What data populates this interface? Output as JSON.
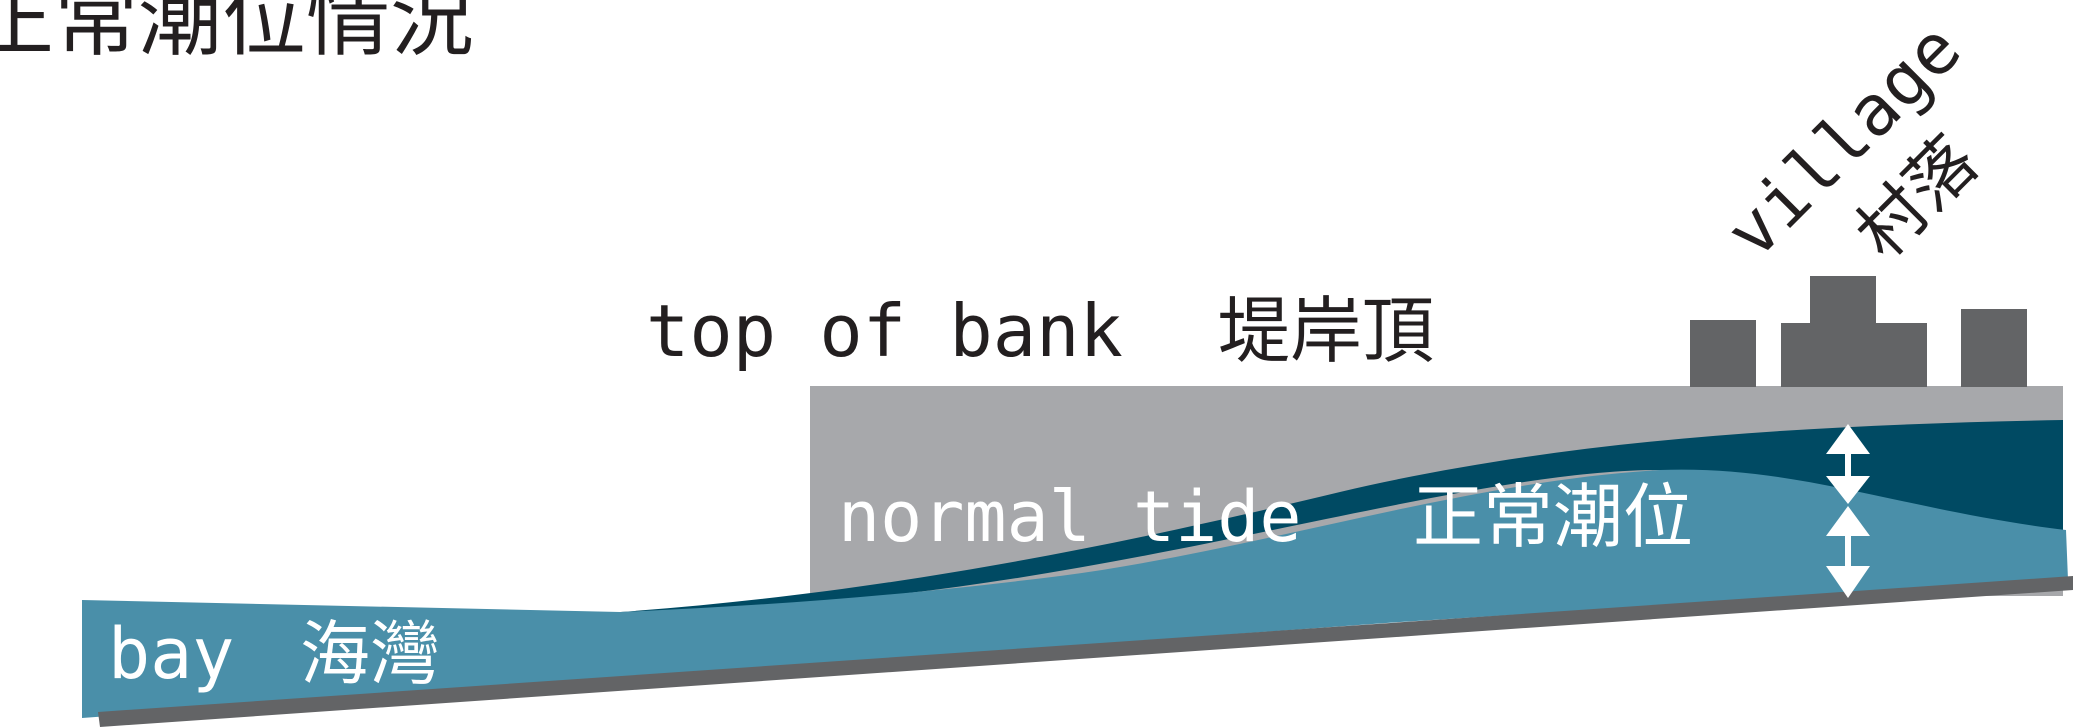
{
  "title": "正常潮位情況",
  "labels": {
    "top_of_bank": "top of bank",
    "top_of_bank_zh": "堤岸頂",
    "normal_tide": "normal tide",
    "normal_tide_zh": "正常潮位",
    "bay": "bay",
    "bay_zh": "海灣",
    "village": "village",
    "village_zh": "村落"
  },
  "colors": {
    "bank": "#a7a8ab",
    "deep_water": "#004a63",
    "shallow_water": "#4a8fa9",
    "ground": "#636466",
    "buildings": "#636466",
    "dark_text": "#231f20",
    "light_text": "#ffffff",
    "arrows": "#ffffff"
  }
}
